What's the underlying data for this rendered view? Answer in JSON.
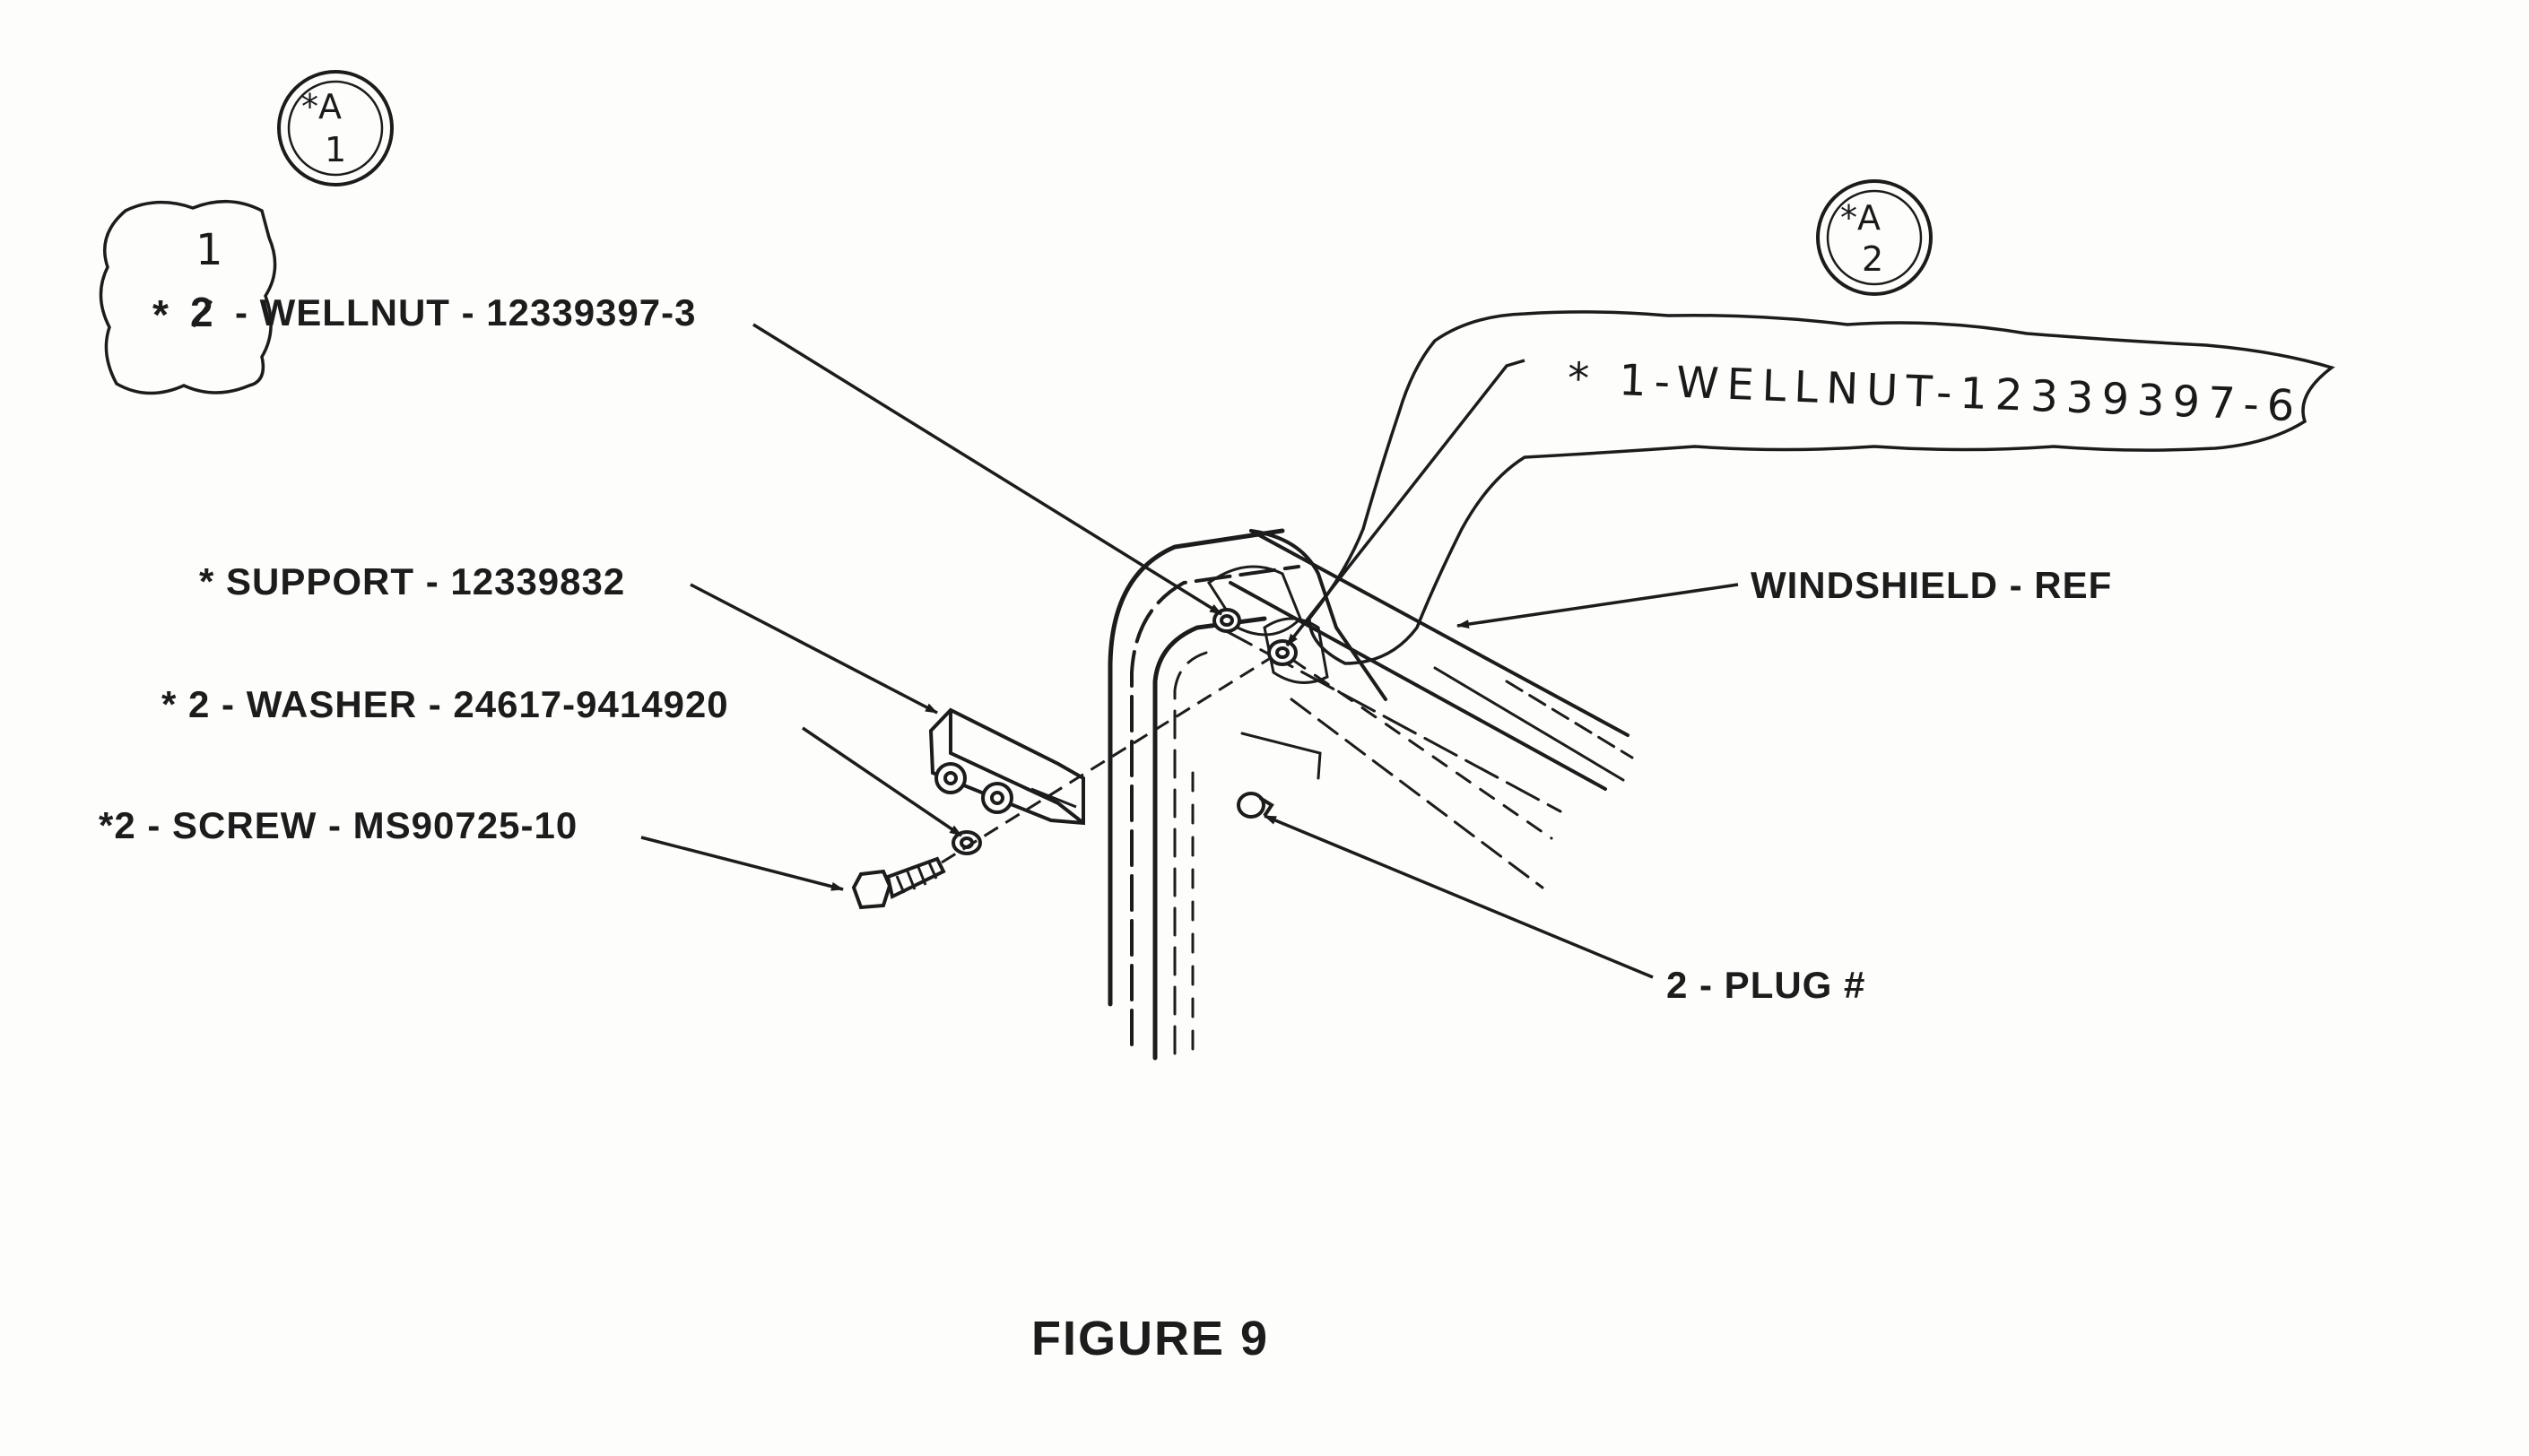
{
  "figure_title": "FIGURE 9",
  "callouts": {
    "a1": {
      "symbol": "*A",
      "number": "1"
    },
    "a2": {
      "symbol": "*A",
      "number": "2"
    }
  },
  "revision_note": {
    "replacement_qty": "1",
    "original_qty": "2"
  },
  "labels": {
    "wellnut_3_prefix": "*",
    "wellnut_3": "- WELLNUT - 12339397-3",
    "wellnut_6": "* 1-WELLNUT-12339397-6",
    "support": "* SUPPORT - 12339832",
    "washer": "* 2 - WASHER - 24617-9414920",
    "screw": "*2 - SCREW - MS90725-10",
    "windshield": "WINDSHIELD - REF",
    "plug": "2 - PLUG #"
  }
}
